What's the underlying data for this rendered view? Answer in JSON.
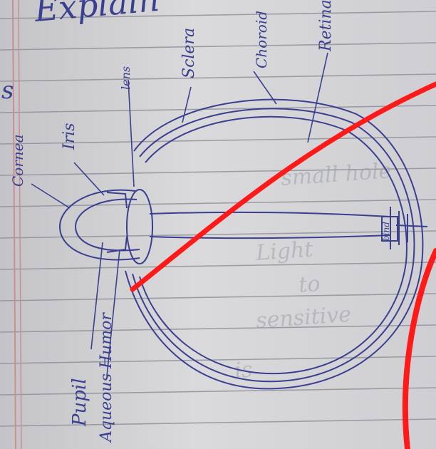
{
  "page": {
    "heading_fragment": "Explain",
    "margin_letter": "s",
    "background_text_faint": [
      "small hole",
      "Light",
      "to",
      "sensitive",
      "is"
    ]
  },
  "diagram": {
    "labels": {
      "cornea": "Cornea",
      "iris": "Iris",
      "lens": "lens",
      "sclera": "Sclera",
      "choroid": "Choroid",
      "retina": "Retina",
      "pupil": "Pupil",
      "aqueous_humor": "Aqueous Humor",
      "blind_spot": "bind"
    },
    "colors": {
      "ink": "#3a3f8f",
      "annotation": "#ff1a1a",
      "paper": "#d2d2d6",
      "rule": "#8e8e98",
      "margin_rule": "#c98f8f"
    }
  }
}
